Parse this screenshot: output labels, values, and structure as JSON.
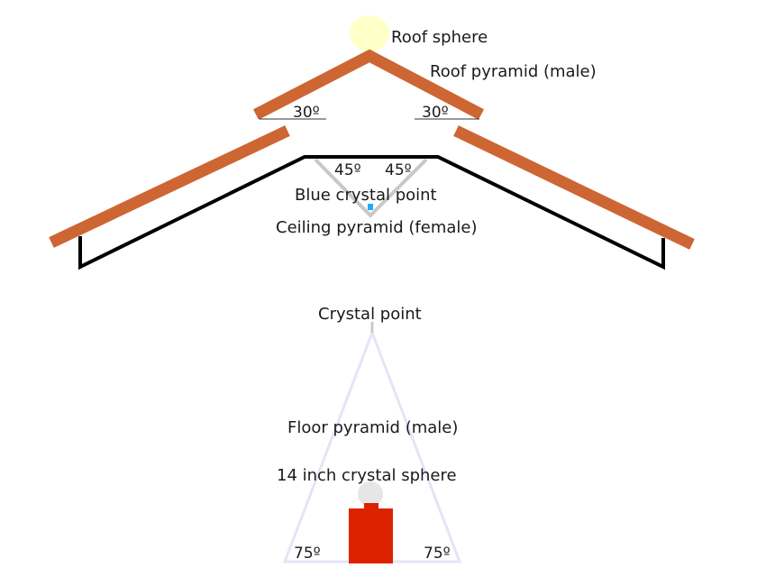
{
  "labels": {
    "roof_sphere": "Roof sphere",
    "roof_pyramid": "Roof pyramid (male)",
    "blue_crystal_point": "Blue crystal point",
    "ceiling_pyramid": "Ceiling pyramid (female)",
    "crystal_point": "Crystal point",
    "floor_pyramid": "Floor pyramid (male)",
    "crystal_sphere": "14 inch crystal sphere"
  },
  "angles": {
    "roof_left": "30º",
    "roof_right": "30º",
    "ceiling_left": "45º",
    "ceiling_right": "45º",
    "floor_left": "75º",
    "floor_right": "75º"
  },
  "colors": {
    "roof": "#cd6633",
    "ceiling": "#000000",
    "ceiling_pyramid": "#c8c8c8",
    "floor_pyramid": "#e4e4f8",
    "roof_sphere": "#ffffc8",
    "crystal_sphere": "#e6e6e6",
    "pedestal": "#dd2200",
    "blue_crystal": "#22aaff"
  }
}
